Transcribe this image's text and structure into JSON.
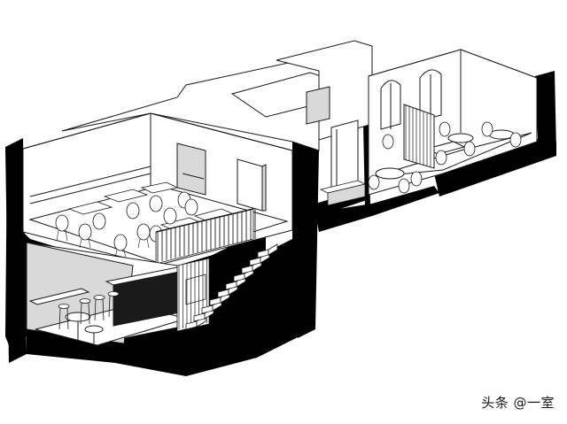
{
  "watermark": {
    "text": "头条 @一室"
  },
  "illustration": {
    "subject": "axonometric-section-cafe",
    "levels": [
      "upper-floor-seating",
      "lower-floor-bar",
      "rear-room-with-arched-windows"
    ],
    "colors": {
      "section_cut": "#000000",
      "line": "#1a1a1a",
      "wall_shade": "#d9d9d9",
      "floor": "#ffffff",
      "background": "#ffffff"
    }
  }
}
